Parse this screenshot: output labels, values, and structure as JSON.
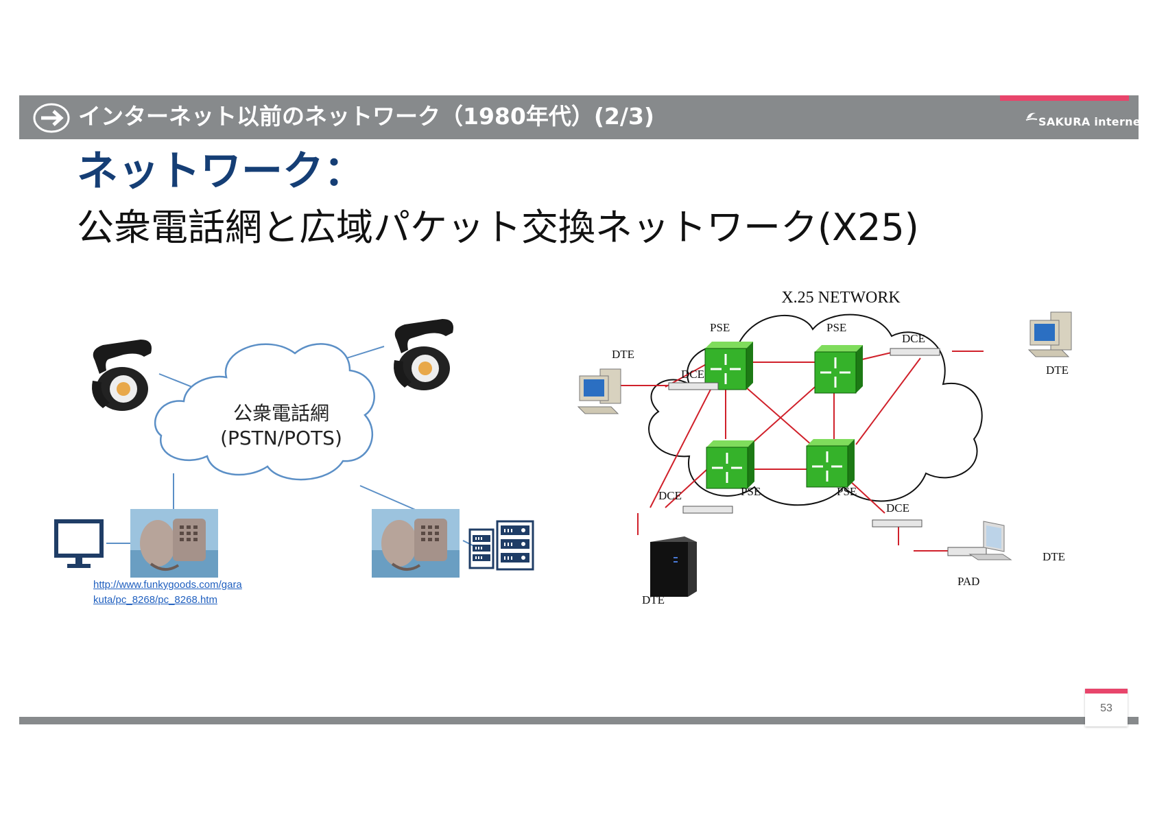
{
  "header": {
    "title": "インターネット以前のネットワーク（1980年代）(2/3)",
    "logo": "SAKURA internet",
    "accent_color": "#e8456b",
    "bar_color": "#878a8c"
  },
  "slide": {
    "heading": "ネットワーク：",
    "subheading": "公衆電話網と広域パケット交換ネットワーク(X25)"
  },
  "left": {
    "cloud_label_1": "公衆電話網",
    "cloud_label_2": "(PSTN/POTS)",
    "source_url_line1": "http://www.funkygoods.com/gara",
    "source_url_line2": "kuta/pc_8268/pc_8268.htm"
  },
  "right": {
    "title": "X.25 NETWORK",
    "pse": "PSE",
    "dce": "DCE",
    "dte": "DTE",
    "pad": "PAD",
    "link_color": "#d0202a"
  },
  "footer": {
    "page_number": "53"
  }
}
